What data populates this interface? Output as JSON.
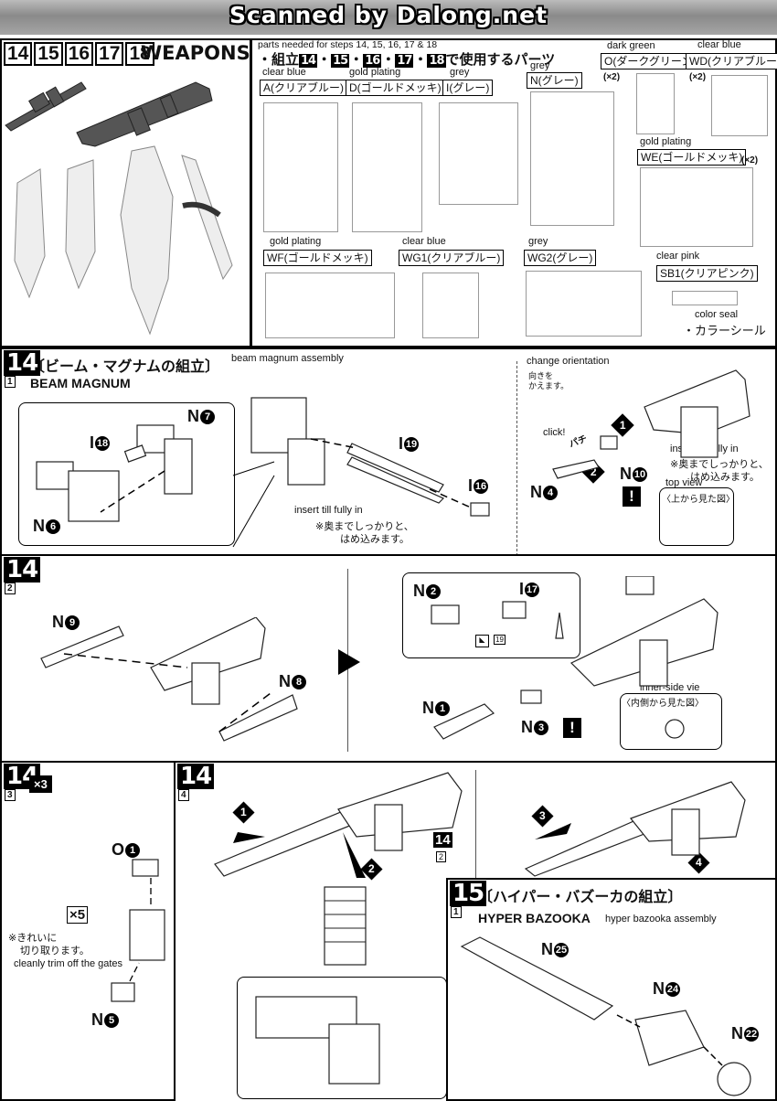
{
  "header": {
    "title": "Scanned by Dalong.net"
  },
  "section_weapons": {
    "steps": [
      "14",
      "15",
      "16",
      "17",
      "18"
    ],
    "title": "WEAPONS",
    "parts_needed_en": "parts needed for steps 14, 15,  16, 17 & 18",
    "parts_needed_jp_prefix": "・組立",
    "parts_needed_jp_steps": [
      "14",
      "15",
      "16",
      "17",
      "18"
    ],
    "parts_needed_jp_suffix": "で使用するパーツ",
    "runners": [
      {
        "color_en": "clear blue",
        "label": "A(クリアブルー)"
      },
      {
        "color_en": "gold plating",
        "label": "D(ゴールドメッキ)"
      },
      {
        "color_en": "grey",
        "label": "I(グレー)"
      },
      {
        "color_en": "grey",
        "label": "N(グレー)"
      },
      {
        "color_en": "dark green",
        "label": "O(ダークグリーン)",
        "qty": "(×2)"
      },
      {
        "color_en": "clear blue",
        "label": "WD(クリアブルー)",
        "qty": "(×2)"
      },
      {
        "color_en": "gold plating",
        "label": "WE(ゴールドメッキ)",
        "qty": "(×2)"
      },
      {
        "color_en": "gold plating",
        "label": "WF(ゴールドメッキ)"
      },
      {
        "color_en": "clear blue",
        "label": "WG1(クリアブルー)"
      },
      {
        "color_en": "grey",
        "label": "WG2(グレー)"
      },
      {
        "color_en": "clear pink",
        "label": "SB1(クリアピンク)"
      }
    ],
    "color_seal_en": "color seal",
    "color_seal_jp": "・カラーシール"
  },
  "step14_1": {
    "step": "14",
    "sub": "1",
    "title_jp": "〔ビーム・マグナムの組立〕",
    "title_en": "beam magnum assembly",
    "name": "BEAM MAGNUM",
    "parts": [
      "N",
      "7",
      "I",
      "18",
      "N",
      "6",
      "I",
      "19",
      "I",
      "16",
      "N",
      "4",
      "N",
      "10"
    ],
    "insert_en": "insert till fully in",
    "insert_jp_1": "※奥までしっかりと、",
    "insert_jp_2": "はめ込みます。",
    "change_en": "change orientation",
    "change_jp_1": "向きを",
    "change_jp_2": "かえます。",
    "click": "click!",
    "click_jp": "パチ",
    "insert2_en": "insert till fully in",
    "insert2_jp_1": "※奥までしっかりと、",
    "insert2_jp_2": "はめ込みます。",
    "top_view_en": "top view",
    "top_view_jp": "〈上から見た図〉",
    "arrows": [
      "1",
      "2"
    ],
    "warn": "!"
  },
  "step14_2": {
    "step": "14",
    "sub": "2",
    "parts": [
      "N",
      "9",
      "N",
      "8",
      "N",
      "2",
      "I",
      "17",
      "N",
      "1",
      "N",
      "3"
    ],
    "ref": "19",
    "inner_en": "inner-side vie",
    "inner_jp": "〈内側から見た図〉",
    "warn": "!"
  },
  "step14_3": {
    "step": "14",
    "sub": "3",
    "times": "×3",
    "times5": "×5",
    "parts": [
      "O",
      "1",
      "N",
      "5"
    ],
    "trim_jp_1": "※きれいに",
    "trim_jp_2": "切り取ります。",
    "trim_en": "cleanly trim off the gates"
  },
  "step14_4": {
    "step": "14",
    "sub": "4",
    "ref_step": "14",
    "ref_sub": "2",
    "arrows": [
      "1",
      "2",
      "3",
      "4"
    ]
  },
  "step15_1": {
    "step": "15",
    "sub": "1",
    "title_jp": "〔ハイパー・バズーカの組立〕",
    "name": "HYPER BAZOOKA",
    "title_en": "hyper bazooka assembly",
    "parts": [
      "N",
      "25",
      "N",
      "24",
      "N",
      "22"
    ]
  }
}
